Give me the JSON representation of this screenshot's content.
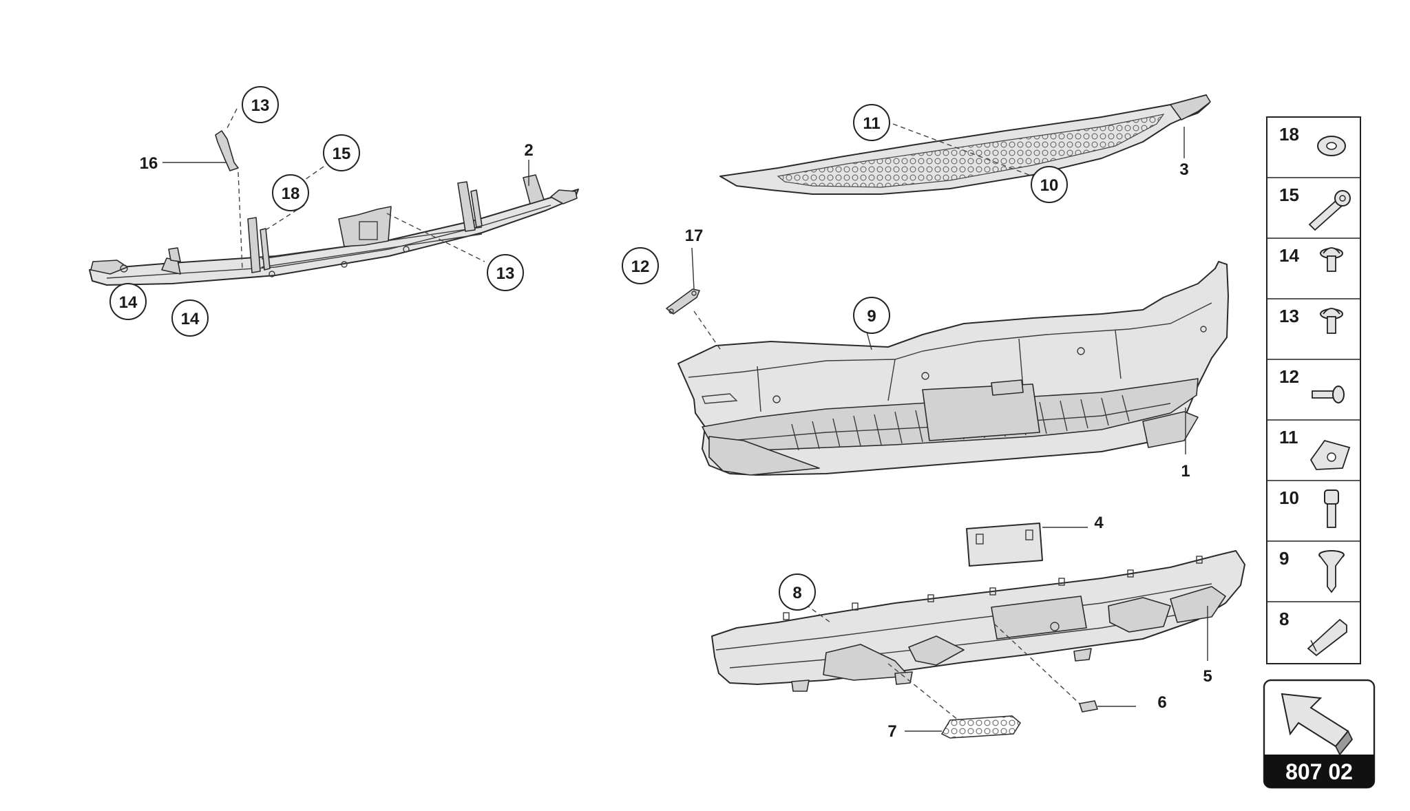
{
  "diagram_code": "807 02",
  "callouts": {
    "c13a": "13",
    "c15": "15",
    "c18": "18",
    "c13b": "13",
    "c14a": "14",
    "c14b": "14",
    "c12": "12",
    "c9": "9",
    "c11": "11",
    "c10": "10",
    "c8": "8"
  },
  "labels": {
    "l16": "16",
    "l2": "2",
    "l17": "17",
    "l3": "3",
    "l1": "1",
    "l4": "4",
    "l5": "5",
    "l6": "6",
    "l7": "7"
  },
  "legend": {
    "items": [
      {
        "number": "18",
        "icon": "washer-icon"
      },
      {
        "number": "15",
        "icon": "bolt-long-icon"
      },
      {
        "number": "14",
        "icon": "screw-flange-icon"
      },
      {
        "number": "13",
        "icon": "screw-flange-icon"
      },
      {
        "number": "12",
        "icon": "bolt-short-icon"
      },
      {
        "number": "11",
        "icon": "clip-nut-icon"
      },
      {
        "number": "10",
        "icon": "hex-socket-screw-icon"
      },
      {
        "number": "9",
        "icon": "countersunk-screw-icon"
      },
      {
        "number": "8",
        "icon": "expansion-clip-icon"
      }
    ]
  }
}
